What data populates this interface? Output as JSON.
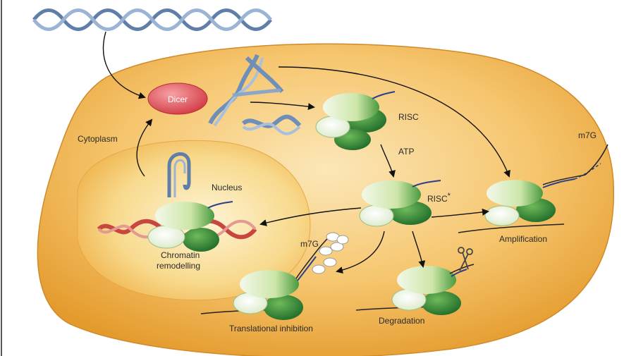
{
  "labels": {
    "dicer": "Dicer",
    "cytoplasm": "Cytoplasm",
    "nucleus": "Nucleus",
    "risc": "RISC",
    "atp": "ATP",
    "risc_active": "RISC",
    "risc_active_star": "*",
    "m7g_top": "m7G",
    "m7g_left": "m7G",
    "amplification": "Amplification",
    "chromatin_line1": "Chromatin",
    "chromatin_line2": "remodelling",
    "translational": "Translational inhibition",
    "degradation": "Degradation"
  },
  "colors": {
    "cell_fill": "#f2b24a",
    "nucleus_fill": "#f7d580",
    "dicer": "#e0525a",
    "risc_light": "#cfe7b0",
    "risc_dark": "#2f8a3b",
    "dna_blue": "#6f8fb8",
    "dna_red": "#c8463f"
  }
}
